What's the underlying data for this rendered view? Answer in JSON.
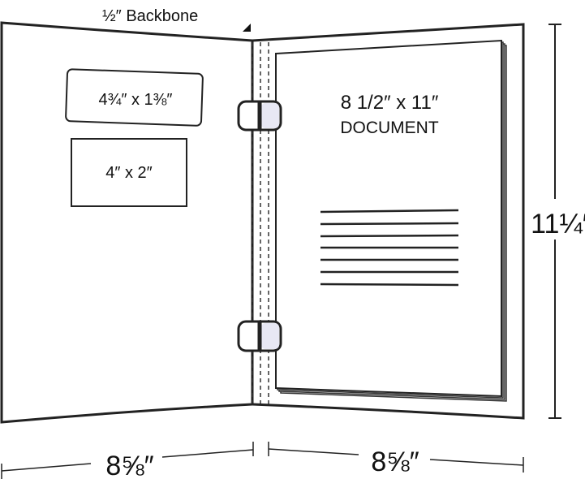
{
  "backbone_label": "½″ Backbone",
  "left_cover": {
    "card_slot_1": "4¾″ x 1⅜″",
    "card_slot_2": "4″ x 2″"
  },
  "document": {
    "size": "8 1/2″ x 11″",
    "label": "DOCUMENT"
  },
  "dimensions": {
    "height": "11¼″",
    "left_width": "8⅝″",
    "right_width": "8⅝″"
  },
  "colors": {
    "stroke": "#222222",
    "ring_fill": "#e8e8f4"
  }
}
